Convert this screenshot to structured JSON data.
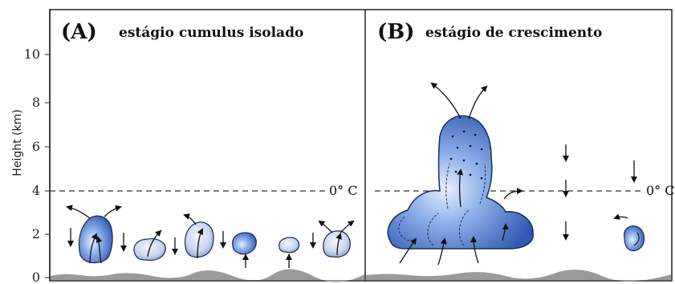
{
  "axis": {
    "label": "Height (km)",
    "ticks": [
      "0",
      "2",
      "4",
      "6",
      "8",
      "10"
    ]
  },
  "panels": [
    {
      "letter": "(A)",
      "title": "estágio cumulus isolado"
    },
    {
      "letter": "(B)",
      "title": "estágio de crescimento"
    }
  ],
  "freezing_level": "0° C",
  "colors": {
    "cloud_fill": "#5a86d6",
    "cloud_highlight": "#cfe0fb",
    "cloud_outline": "#1c2e55",
    "ground": "#9a9a9a",
    "frame": "#222222",
    "dash_line": "#333333"
  }
}
